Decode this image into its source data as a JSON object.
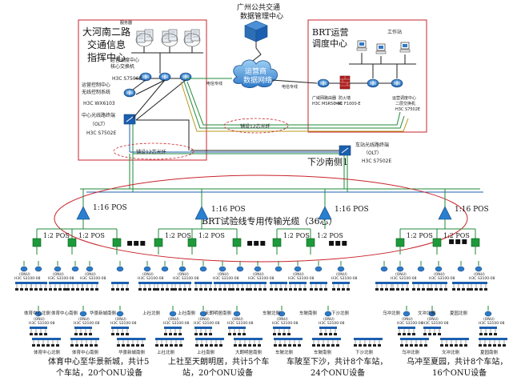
{
  "centers": {
    "hnr": {
      "line1": "大河南二路",
      "line2": "交通信息",
      "line3": "指挥中心"
    },
    "gz": {
      "line1": "广州公共交通",
      "line2": "数据管理中心"
    },
    "brt": {
      "line1": "BRT运营",
      "line2": "调度中心"
    }
  },
  "hnr_devices": {
    "core_switch": [
      "运营调度中心",
      "核心交换机",
      "H3C S7506E"
    ],
    "wireless": [
      "运营控制中心",
      "无线控制系统",
      "H3C WX6103"
    ],
    "olt": [
      "中心光线路终端",
      "（OLT）",
      "H3C S7502E"
    ],
    "server_top": "服务器"
  },
  "cloud_label": [
    "运营商",
    "数据网络"
  ],
  "brt_devices": {
    "router": [
      "广域网路由器",
      "H3C MSR50-40"
    ],
    "firewall": [
      "防火墙",
      "H3C F1000-E"
    ],
    "switch": [
      "运营调度中心",
      "二层交换机",
      "H3C S7502E"
    ],
    "workstation": "工作站"
  },
  "links": {
    "dedicated": "电信专线",
    "fiber_a": "铺设12芯光纤",
    "fiber_b": "铺设12芯光纤"
  },
  "xsn": {
    "label": "下沙南侧1",
    "olt": [
      "车站光线路终端",
      "（OLT）",
      "H3C S7502E"
    ]
  },
  "trunk_label": "BRT试验线专用传输光缆（36芯）",
  "splitter_main": "1:16 POS",
  "splitter_sub": "1:2 POS",
  "onu_model": [
    "(ONU)",
    "H3C S3100-08"
  ],
  "stations": [
    {
      "name": "体育中心北侧"
    },
    {
      "name": "体育中心南侧"
    },
    {
      "name": "华景新城南侧"
    },
    {
      "name": "上社北侧"
    },
    {
      "name": "上社南侧"
    },
    {
      "name": "天朗明居南侧"
    },
    {
      "name": "车陂北侧"
    },
    {
      "name": "车陂南侧"
    },
    {
      "name": "下沙北侧"
    },
    {
      "name": "乌冲北侧"
    },
    {
      "name": "文冲北侧"
    },
    {
      "name": "夏园北侧"
    }
  ],
  "bottom_stations": [
    {
      "name": "体育中心北侧"
    },
    {
      "name": "体育中心南侧"
    },
    {
      "name": "华景新城南侧"
    },
    {
      "name": "上社北侧"
    },
    {
      "name": "上社南侧"
    },
    {
      "name": "大朗明居南侧"
    },
    {
      "name": "车陂北侧"
    },
    {
      "name": "车陂南侧"
    },
    {
      "name": "下沙北侧"
    },
    {
      "name": "乌冲北侧"
    },
    {
      "name": "文冲北侧"
    },
    {
      "name": "夏园南侧"
    }
  ],
  "groups": [
    {
      "line1": "体育中心至华景新城，共计5",
      "line2": "个车站，20个ONU设备"
    },
    {
      "line1": "上社至天朗明居，共计5个车",
      "line2": "站，20个ONU设备"
    },
    {
      "line1": "车陂至下沙，共计8个车站，",
      "line2": "24个ONU设备"
    },
    {
      "line1": "乌冲至夏园，共计8个车站，",
      "line2": "16个ONU设备"
    }
  ],
  "colors": {
    "trunk": "#1f8a3a",
    "fiber": "#1f5fae",
    "highlight": "#c8232c",
    "splitter": "#2a7fd0",
    "pos_box": "#1d9a3a"
  }
}
